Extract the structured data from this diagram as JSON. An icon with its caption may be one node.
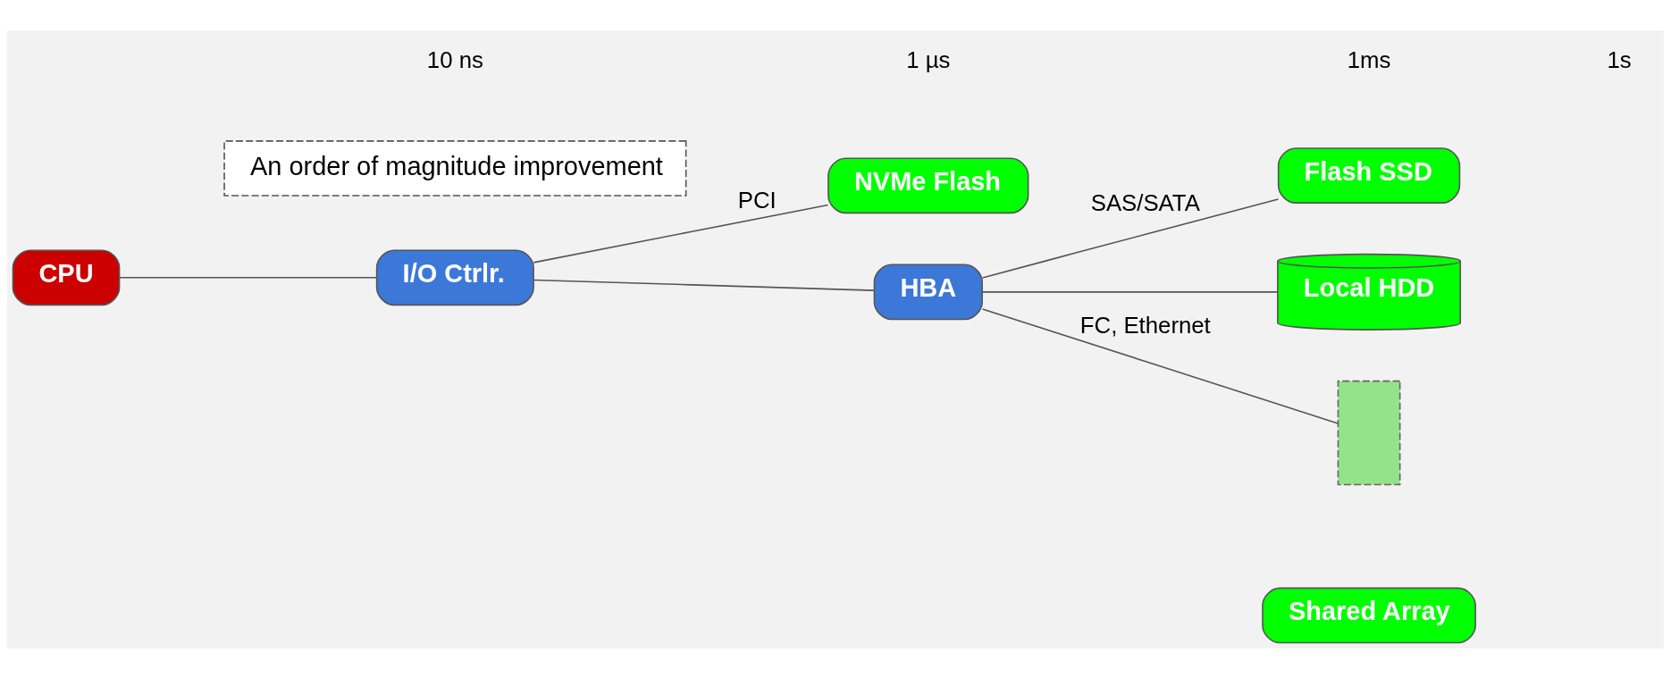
{
  "diagram": {
    "nodes": [
      {
        "text": [
          "CPU"
        ]
      },
      {
        "text": [
          "I/O Ctrlr."
        ]
      },
      {
        "text": [
          "NVMe Flash"
        ]
      },
      {
        "text": [
          "HBA"
        ]
      },
      {
        "text": [
          "Flash SSD"
        ]
      },
      {
        "text": [
          "Local HDD"
        ]
      },
      {
        "text": [],
        "shape": "box"
      },
      {
        "text": [
          "Shared Array"
        ]
      },
      {
        "text": [
          "An order of magnitude improvement"
        ]
      }
    ],
    "edges": [
      {
        "from": 0,
        "to": 1,
        "arrow": "none"
      },
      {
        "from": 1,
        "to": 2,
        "arrow": "none",
        "label": "PCI"
      },
      {
        "from": 1,
        "to": 3,
        "arrow": "none"
      },
      {
        "from": 3,
        "to": 4,
        "arrow": "none",
        "label": "SAS/SATA"
      },
      {
        "from": 3,
        "to": 5,
        "arrow": "none"
      },
      {
        "from": 3,
        "to": 6,
        "arrow": "none",
        "label": "FC, Ethernet"
      }
    ],
    "labels": [
      "10 ns",
      "1 µs",
      "1ms",
      "1s"
    ]
  }
}
